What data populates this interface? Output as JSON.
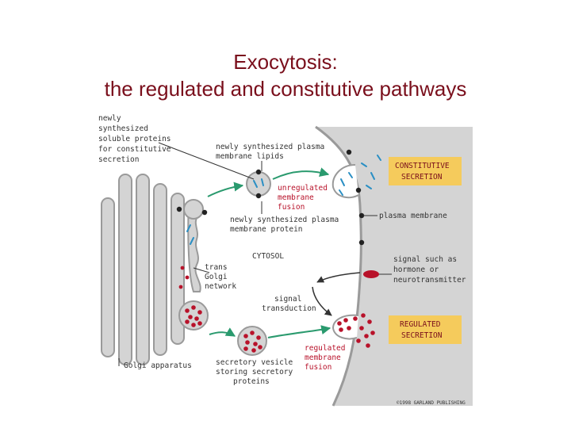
{
  "title": {
    "line1": "Exocytosis:",
    "line2": "the regulated and constitutive pathways"
  },
  "labels": {
    "soluble_proteins": [
      "newly",
      "synthesized",
      "soluble proteins",
      "for constitutive",
      "secretion"
    ],
    "membrane_lipids": [
      "newly synthesized plasma",
      "membrane lipids"
    ],
    "unregulated_fusion": [
      "unregulated",
      "membrane",
      "fusion"
    ],
    "membrane_protein": [
      "newly synthesized plasma",
      "membrane protein"
    ],
    "cytosol": "CYTOSOL",
    "trans_golgi": [
      "trans",
      "Golgi",
      "network"
    ],
    "signal_transduction": [
      "signal",
      "transduction"
    ],
    "golgi_apparatus": "Golgi apparatus",
    "secretory_vesicle": [
      "secretory vesicle",
      "storing secretory",
      "proteins"
    ],
    "regulated_fusion": [
      "regulated",
      "membrane",
      "fusion"
    ],
    "constitutive_secretion": [
      "CONSTITUTIVE",
      "SECRETION"
    ],
    "plasma_membrane": "plasma membrane",
    "signal_hormone": [
      "signal such as",
      "hormone or",
      "neurotransmitter"
    ],
    "regulated_secretion": [
      "REGULATED",
      "SECRETION"
    ],
    "copyright": "©1998 GARLAND PUBLISHING"
  },
  "colors": {
    "title": "#7a0f1c",
    "secretory_granule": "#b8122a",
    "soluble_protein": "#2a8fc4",
    "membrane_fusion_arrow": "#2a9a6e",
    "highlight_box": "#f5cb5c",
    "extracellular": "#d4d4d4"
  }
}
